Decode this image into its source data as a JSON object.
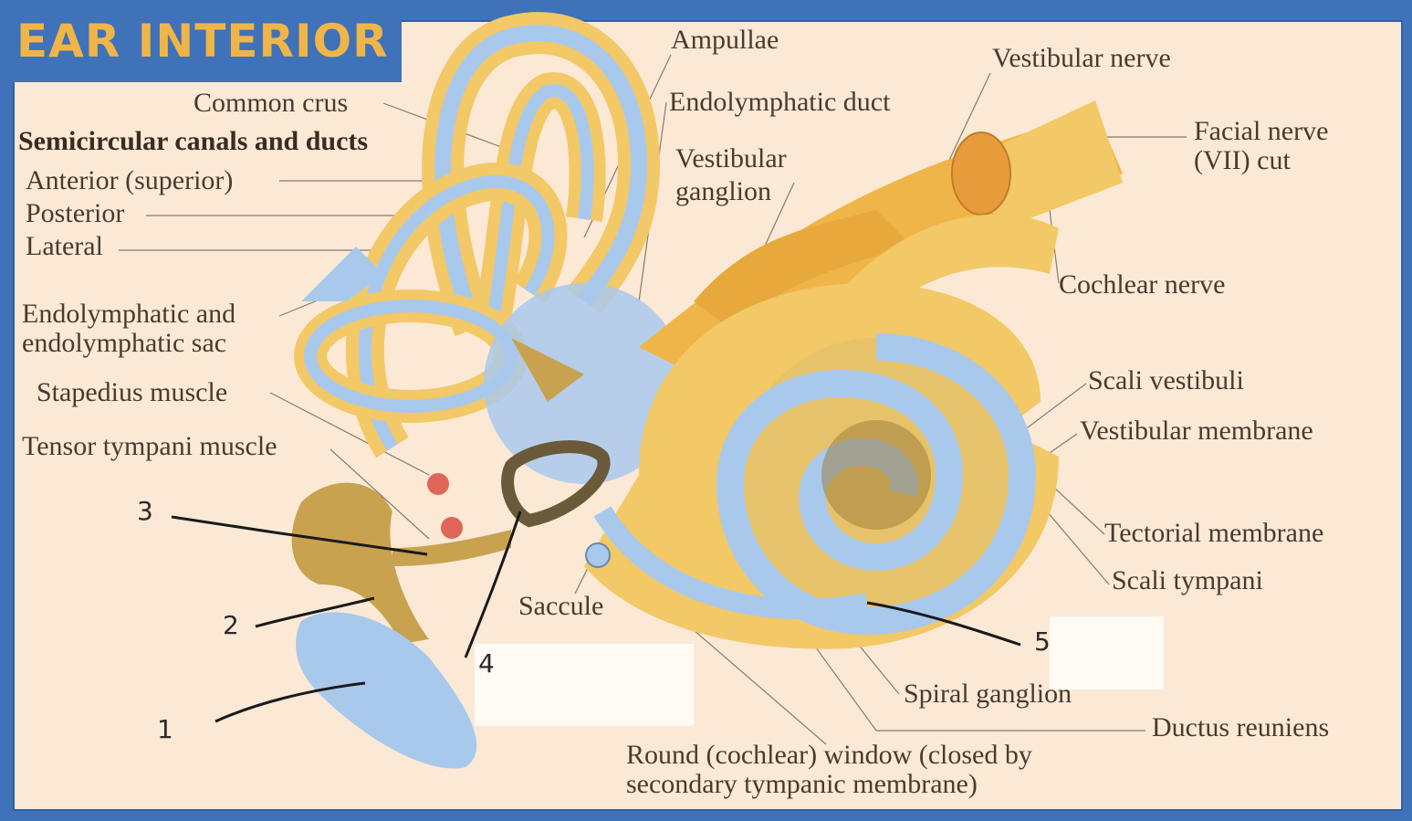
{
  "title": "EAR INTERIOR",
  "labels": {
    "ampullae": "Ampullae",
    "common_crus": "Common crus",
    "semicircular": "Semicircular canals and ducts",
    "anterior": "Anterior (superior)",
    "posterior": "Posterior",
    "lateral": "Lateral",
    "endolymphatic_line1": "Endolymphatic and",
    "endolymphatic_line2": "endolymphatic sac",
    "stapedius": "Stapedius muscle",
    "tensor": "Tensor tympani muscle",
    "endolymphatic_duct": "Endolymphatic duct",
    "vestibular_ganglion_line1": "Vestibular",
    "vestibular_ganglion_line2": "ganglion",
    "vestibular_nerve": "Vestibular nerve",
    "facial_line1": "Facial nerve",
    "facial_line2": "(VII) cut",
    "cochlear_nerve": "Cochlear nerve",
    "scali_vestibuli": "Scali vestibuli",
    "vestibular_membrane": "Vestibular membrane",
    "tectorial": "Tectorial membrane",
    "scali_tympani": "Scali tympani",
    "saccule": "Saccule",
    "spiral_ganglion": "Spiral ganglion",
    "ductus_reuniens": "Ductus reuniens",
    "round_window_line1": "Round (cochlear) window (closed by",
    "round_window_line2": "secondary tympanic membrane)"
  },
  "numbers": {
    "n1": "1",
    "n2": "2",
    "n3": "3",
    "n4": "4",
    "n5": "5"
  },
  "colors": {
    "frame": "#3f72b8",
    "title": "#f0b548",
    "bone": "#f3c866",
    "duct": "#a9c9ec",
    "background": "#fbe9d6"
  }
}
